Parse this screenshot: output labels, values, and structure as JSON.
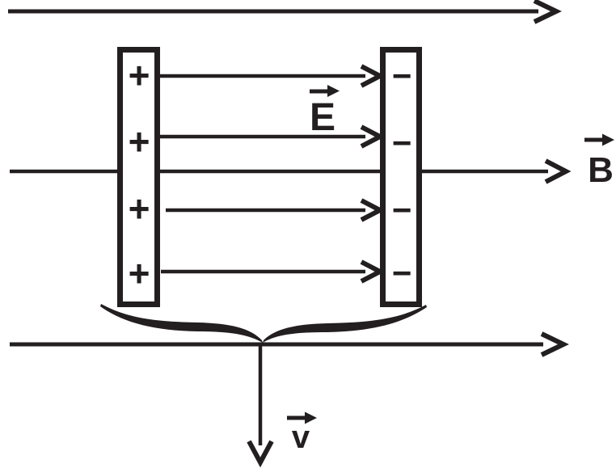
{
  "diagram": {
    "description": "Charged parallel plates (velocity selector) with electric field arrows between plates, horizontal magnetic field lines, and a downward velocity arrow",
    "ink_color": "#231f20",
    "background_color": "#ffffff",
    "labels": {
      "electric_field": "E",
      "magnetic_field": "B",
      "velocity": "v"
    },
    "icons": {
      "field_line_top": "right-arrow",
      "field_line_middle": "right-arrow",
      "field_line_bottom": "right-arrow",
      "electric_field_lines": "right-arrow",
      "velocity_arrow": "down-arrow",
      "vector_hat": "small-right-arrow",
      "grouping": "horizontal-curly-brace"
    },
    "plates": {
      "left": {
        "charge": "positive",
        "symbols": [
          "+",
          "+",
          "+",
          "+"
        ]
      },
      "right": {
        "charge": "negative",
        "symbols": [
          "−",
          "−",
          "−",
          "−"
        ]
      }
    }
  }
}
